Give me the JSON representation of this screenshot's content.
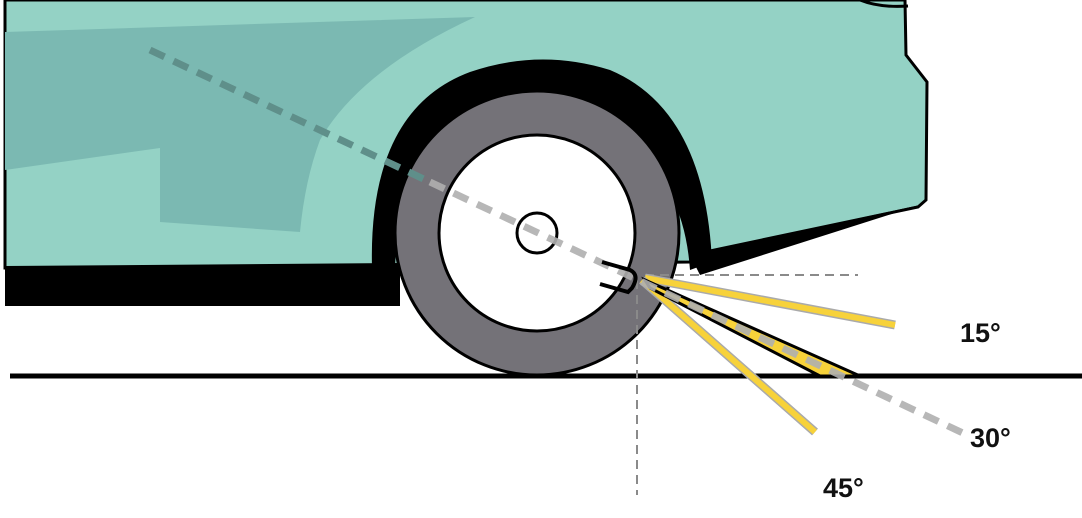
{
  "diagram": {
    "angle_labels": [
      "15°",
      "30°",
      "45°"
    ],
    "colors": {
      "body": "#94d2c5",
      "body_shade": "#7bb9b2",
      "tire": "#747278",
      "outline": "#000000",
      "beam": "#f7d23a",
      "guide": "#8a8a8a"
    }
  }
}
